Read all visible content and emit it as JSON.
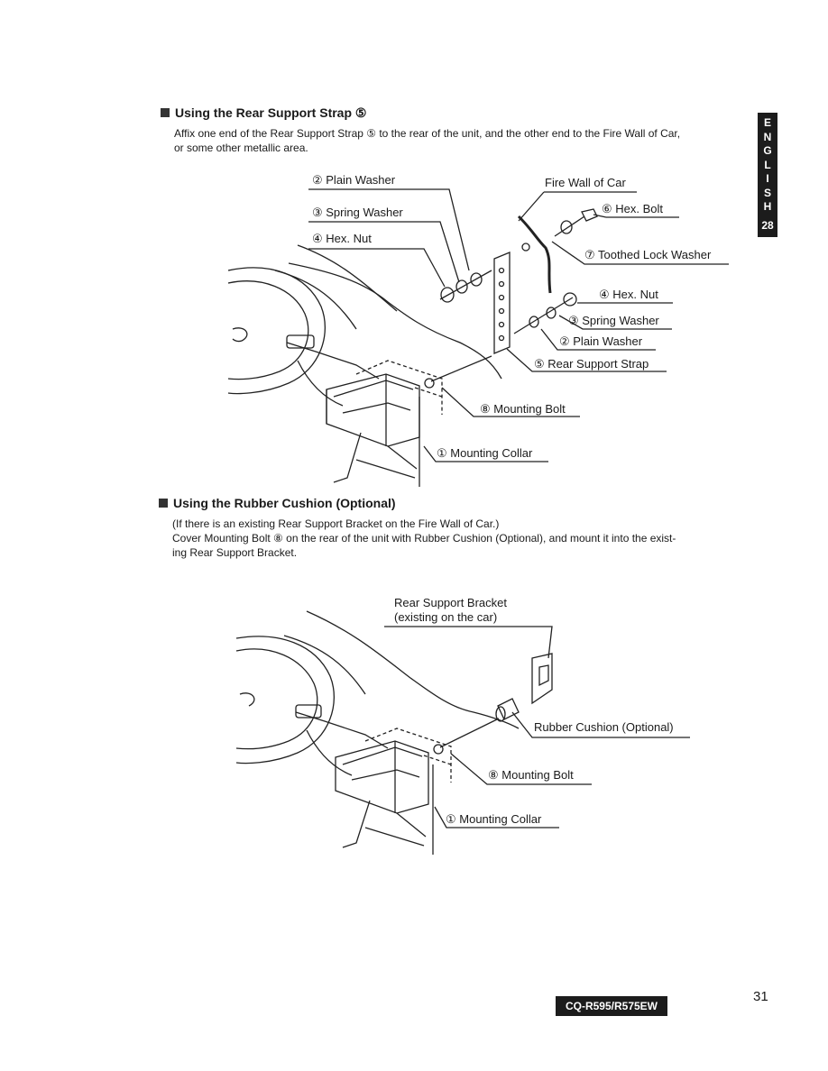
{
  "side_tab": {
    "letters": [
      "E",
      "N",
      "G",
      "L",
      "I",
      "S",
      "H"
    ],
    "number": "28"
  },
  "section1": {
    "title": "Using the Rear Support Strap ⑤",
    "text_line1": "Affix one end of the Rear Support Strap ⑤ to the rear of the unit, and the other end to the Fire Wall of Car,",
    "text_line2": "or some other metallic area."
  },
  "diagram1": {
    "labels": {
      "plain_washer_left": "② Plain Washer",
      "spring_washer_left": "③ Spring Washer",
      "hex_nut_left": "④ Hex. Nut",
      "fire_wall": "Fire Wall of Car",
      "hex_bolt": "⑥ Hex. Bolt",
      "toothed_lock_washer": "⑦ Toothed Lock Washer",
      "hex_nut_right": "④ Hex. Nut",
      "spring_washer_right": "③ Spring Washer",
      "plain_washer_right": "② Plain Washer",
      "rear_support_strap": "⑤ Rear Support Strap",
      "mounting_bolt": "⑧ Mounting Bolt",
      "mounting_collar": "① Mounting Collar"
    }
  },
  "section2": {
    "title": "Using the Rubber Cushion (Optional)",
    "text_line1": "(If there is an existing Rear Support Bracket on the Fire Wall of Car.)",
    "text_line2": "Cover Mounting Bolt ⑧ on the rear of the unit with Rubber Cushion (Optional), and mount it into the exist-",
    "text_line3": "ing Rear Support Bracket."
  },
  "diagram2": {
    "labels": {
      "bracket_line1": "Rear Support Bracket",
      "bracket_line2": "(existing on the car)",
      "rubber_cushion": "Rubber Cushion (Optional)",
      "mounting_bolt": "⑧ Mounting Bolt",
      "mounting_collar": "① Mounting Collar"
    }
  },
  "footer": {
    "model": "CQ-R595/R575EW",
    "page_number": "31"
  }
}
